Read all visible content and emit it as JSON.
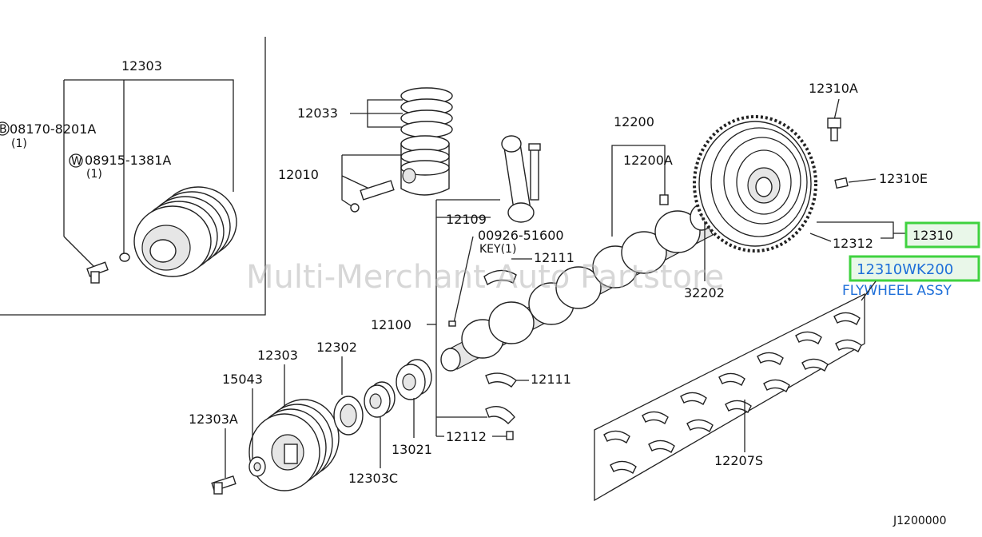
{
  "watermark": "Multi-Merchant Auto Partstore",
  "diagram_id": "J1200000",
  "highlight": {
    "part_number": "12310",
    "full_part_number": "12310WK200",
    "description": "FLYWHEEL ASSY",
    "box_color": "#3fd23f",
    "text_color": "#1e6fd9"
  },
  "inset": {
    "label_main": "12303",
    "bolt_ref": "08170-8201A",
    "bolt_qty": "(1)",
    "washer_ref": "08915-1381A",
    "washer_qty": "(1)",
    "bolt_marker": "B",
    "washer_marker": "W"
  },
  "labels": {
    "rings": "12033",
    "piston": "12010",
    "conrod": "12109",
    "key_ref": "00926-51600",
    "key_text": "KEY(1)",
    "bearing_upper": "12111",
    "bearing_lower": "12111",
    "crank_assy": "12100",
    "crank": "12200",
    "crank_a": "12200A",
    "flywheel_bolt": "12310A",
    "dowel": "12310E",
    "ring_gear": "12312",
    "pilot": "32202",
    "rod_cap": "12112",
    "main_bearings": "12207S",
    "pulley_b": "12303",
    "seal": "12302",
    "washer_b": "15043",
    "bolt_b": "12303A",
    "gear_c": "12303C",
    "sprocket": "13021"
  }
}
